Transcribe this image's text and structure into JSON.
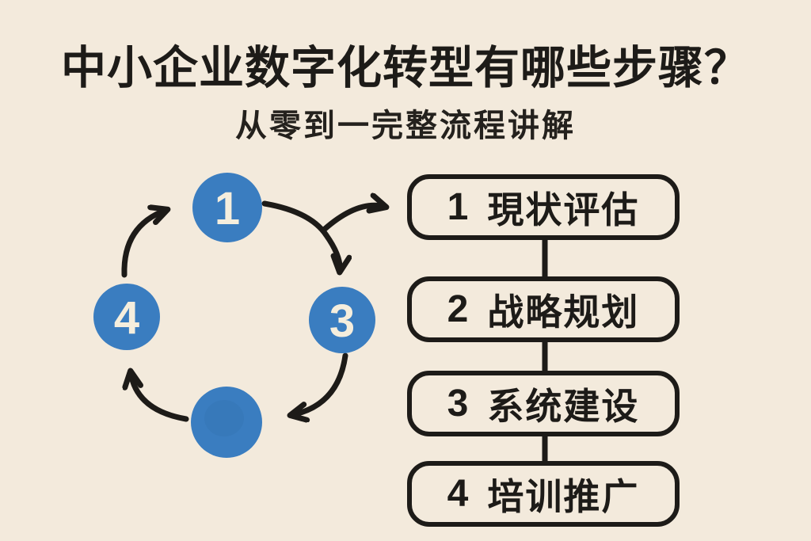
{
  "title": "中小企业数字化转型有哪些步骤？",
  "subtitle": "从零到一完整流程讲解",
  "colors": {
    "background": "#f3eadc",
    "ink": "#1d1b18",
    "node_blue": "#3a7dc0",
    "node_number_color": "#f5eedd"
  },
  "cycle": {
    "nodes": [
      {
        "position": "top",
        "label": "1"
      },
      {
        "position": "right",
        "label": "3"
      },
      {
        "position": "bottom",
        "label": ""
      },
      {
        "position": "left",
        "label": "4"
      }
    ]
  },
  "steps": [
    {
      "number": "1",
      "label": "現状评估"
    },
    {
      "number": "2",
      "label": "战略规划"
    },
    {
      "number": "3",
      "label": "系统建设"
    },
    {
      "number": "4",
      "label": "培训推广"
    }
  ]
}
